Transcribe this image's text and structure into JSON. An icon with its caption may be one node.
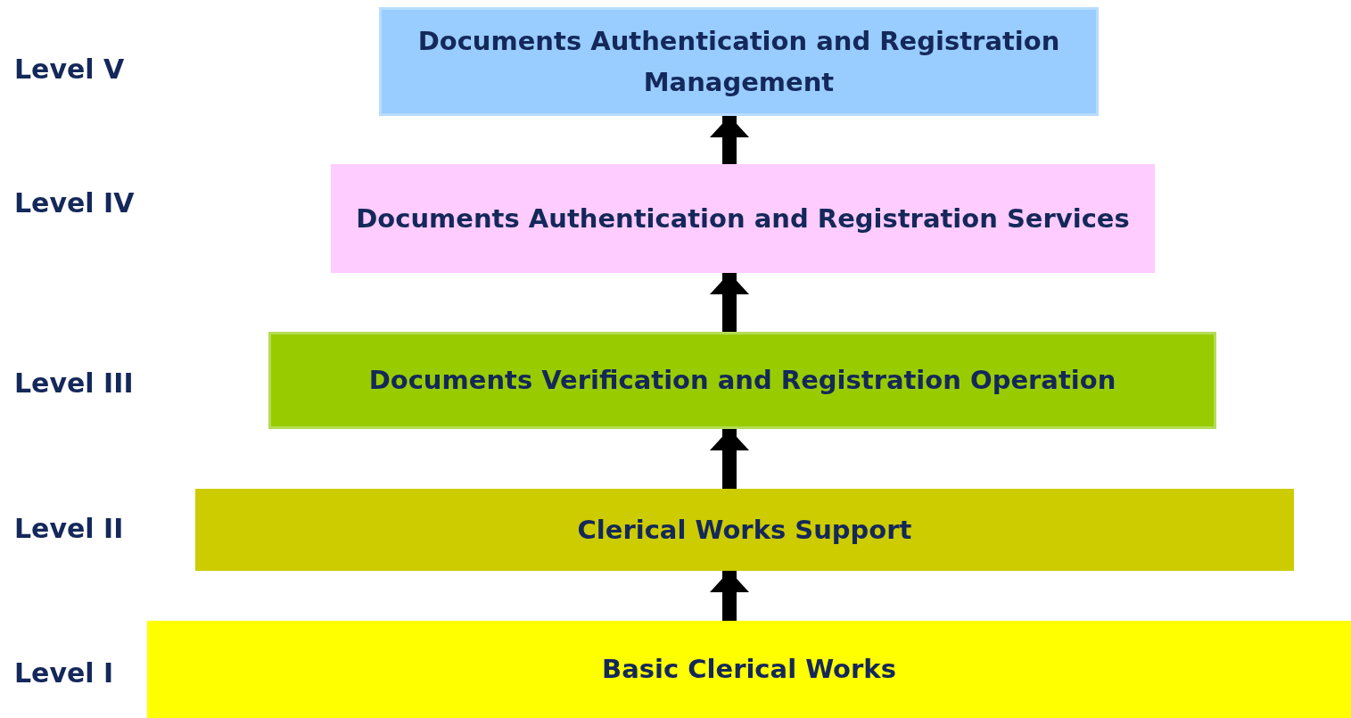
{
  "diagram": {
    "nodes": [
      {
        "text": [
          "Documents Authentication and Registration Management"
        ]
      },
      {
        "text": [
          "Documents Authentication and Registration Services"
        ]
      },
      {
        "text": [
          "Documents Verification and Registration Operation"
        ]
      },
      {
        "text": [
          "Clerical Works Support"
        ]
      },
      {
        "text": [
          "Basic Clerical Works"
        ]
      }
    ],
    "edges": [
      {
        "from": 4,
        "to": 3,
        "arrow": "to"
      },
      {
        "from": 3,
        "to": 2,
        "arrow": "to"
      },
      {
        "from": 2,
        "to": 1,
        "arrow": "to"
      },
      {
        "from": 1,
        "to": 0,
        "arrow": "to"
      }
    ],
    "labels": [
      "Level V",
      "Level IV",
      "Level III",
      "Level II",
      "Level I"
    ]
  }
}
